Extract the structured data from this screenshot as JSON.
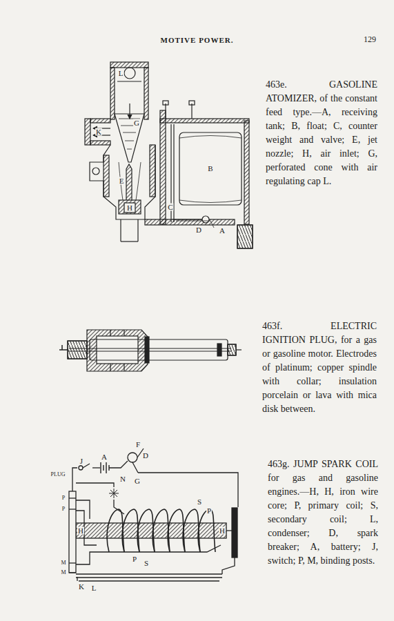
{
  "diagram": {
    "title": "MOTIVE POWER.",
    "labels": [
      "129",
      "463e. GASOLINE ATOMIZER, of the constant feed type.—A, receiving tank; B, float; C, counter weight and valve; E, jet nozzle; H, air inlet; G, perforated cone with air regulating cap L.",
      "463f. ELECTRIC IGNITION PLUG, for a gas or gasoline motor. Electrodes of platinum; copper spindle with collar; insulation porcelain or lava with mica disk between.",
      "463g. JUMP SPARK COIL for gas and gasoline engines.—H, H, iron wire core; P, primary coil; S, secondary coil; L, condenser; D, spark breaker; A, battery; J, switch; P, M, binding posts.",
      "L",
      "K",
      "G",
      "B",
      "E",
      "H",
      "C",
      "D",
      "A",
      "PLUG",
      "J",
      "A",
      "F",
      "D",
      "N",
      "G",
      "S",
      "P",
      "P",
      "S",
      "H",
      "H",
      "P",
      "P",
      "M",
      "M",
      "K",
      "L"
    ]
  }
}
